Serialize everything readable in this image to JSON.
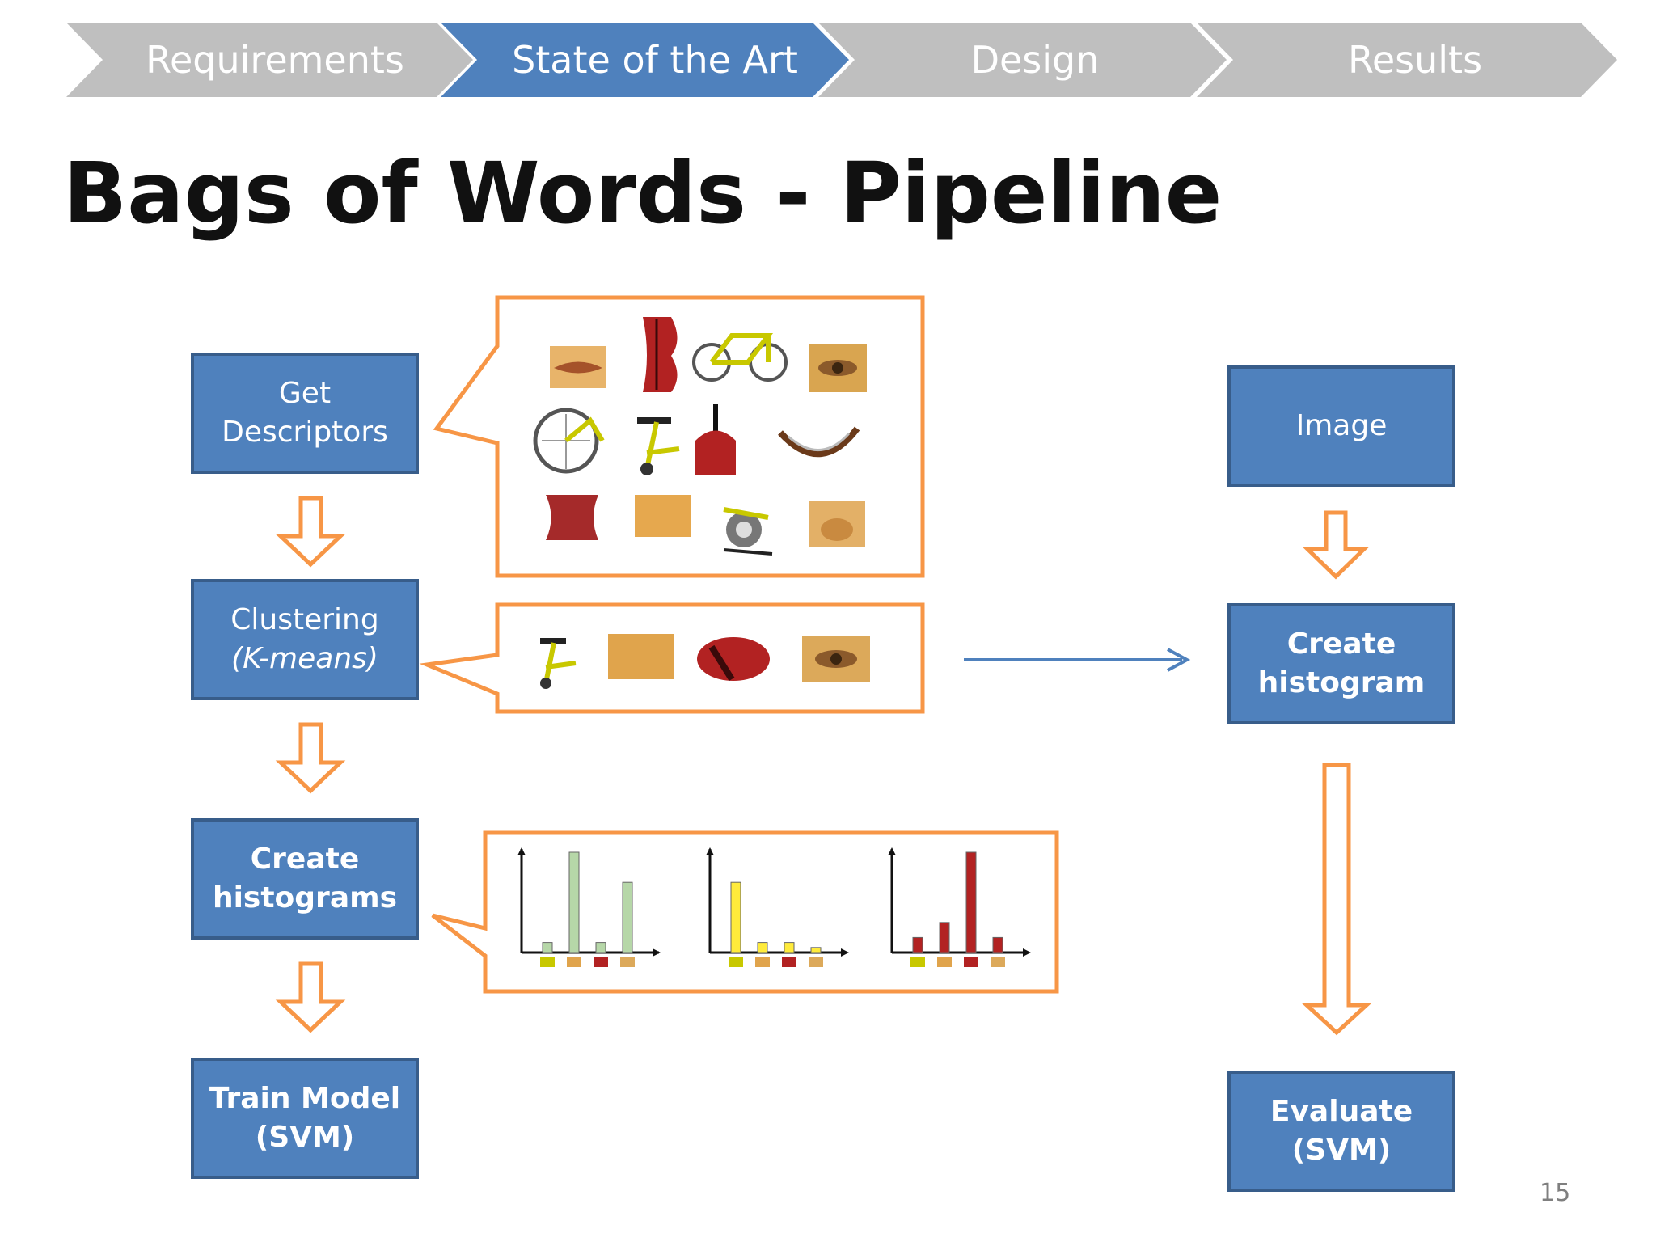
{
  "progress": {
    "steps": [
      "Requirements",
      "State of the Art",
      "Design",
      "Results"
    ],
    "active_index": 1,
    "colors": {
      "active": "#4f81bd",
      "inactive": "#bfbfbf"
    }
  },
  "title": "Bags of Words - Pipeline",
  "training": {
    "get_descriptors": [
      "Get",
      "Descriptors"
    ],
    "clustering": [
      "Clustering",
      "(K-means)"
    ],
    "create_histograms": [
      "Create",
      "histograms"
    ],
    "train_model": [
      "Train Model",
      "(SVM)"
    ]
  },
  "evaluation": {
    "image": "Image",
    "create_histogram": [
      "Create",
      "histogram"
    ],
    "evaluate": [
      "Evaluate",
      "(SVM)"
    ]
  },
  "callouts": {
    "descriptor_patches": [
      "lips",
      "violin-body",
      "bicycle-frame",
      "eye",
      "bicycle-wheel",
      "bicycle-seat",
      "violin-neck",
      "wheel-arc",
      "violin-body",
      "skin",
      "bicycle-pedal",
      "nose"
    ],
    "codeword_patches": [
      "bicycle-seat",
      "skin",
      "violin",
      "eye"
    ],
    "histogram_thumbnails": [
      {
        "series_color": "#b6d7a8",
        "values": [
          1,
          10,
          1,
          7
        ]
      },
      {
        "series_color": "#ffeb3b",
        "values": [
          7,
          1,
          1,
          0.5
        ]
      },
      {
        "series_color": "#b22222",
        "values": [
          1.5,
          3,
          10,
          1.5
        ]
      }
    ]
  },
  "colors": {
    "box_fill": "#4f81bd",
    "box_border": "#385d8a",
    "orange": "#f79646",
    "arrow_blue": "#4f81bd"
  },
  "page_number": "15"
}
